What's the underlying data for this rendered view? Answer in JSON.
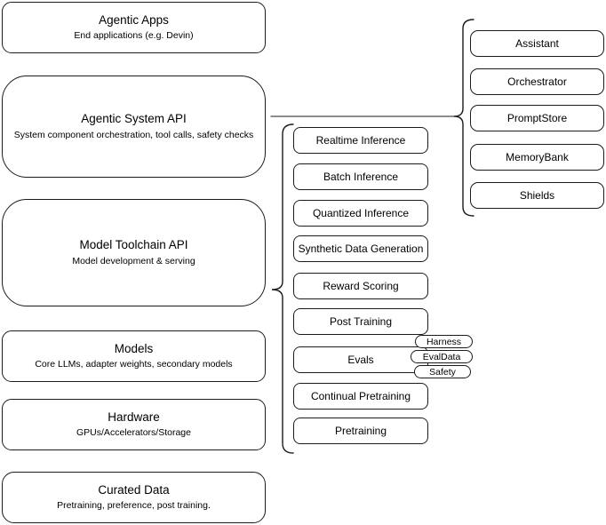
{
  "diagram": {
    "stack": [
      {
        "title": "Agentic Apps",
        "subtitle": "End applications (e.g. Devin)"
      },
      {
        "title": "Agentic System API",
        "subtitle": "System component orchestration, tool calls, safety checks"
      },
      {
        "title": "Model Toolchain API",
        "subtitle": "Model development & serving"
      },
      {
        "title": "Models",
        "subtitle": "Core LLMs, adapter weights, secondary models"
      },
      {
        "title": "Hardware",
        "subtitle": "GPUs/Accelerators/Storage"
      },
      {
        "title": "Curated Data",
        "subtitle": "Pretraining, preference, post training."
      }
    ],
    "toolchain_services": [
      "Realtime Inference",
      "Batch Inference",
      "Quantized Inference",
      "Synthetic Data Generation",
      "Reward Scoring",
      "Post Training",
      "Evals",
      "Continual Pretraining",
      "Pretraining"
    ],
    "evals_tags": [
      "Harness",
      "EvalData",
      "Safety"
    ],
    "system_components": [
      "Assistant",
      "Orchestrator",
      "PromptStore",
      "MemoryBank",
      "Shields"
    ],
    "colors": {
      "stroke": "#1b1b1b",
      "connector": "#666666",
      "background": "#ffffff",
      "text": "#000000"
    }
  }
}
